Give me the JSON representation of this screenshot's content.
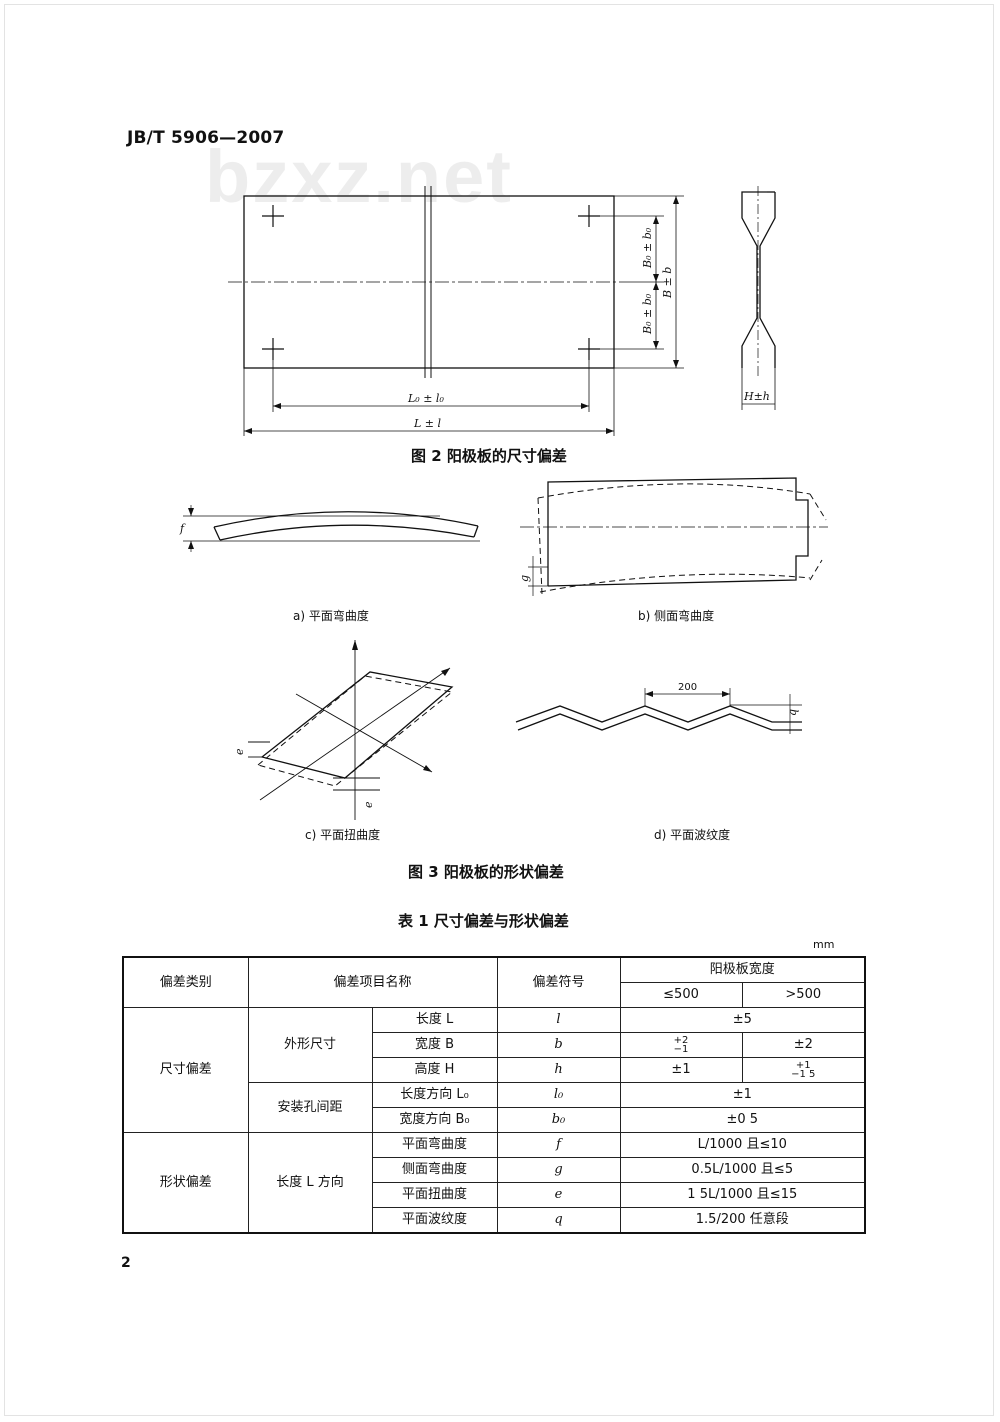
{
  "header": {
    "standard_number": "JB/T 5906—2007",
    "watermark": "bzxz.net"
  },
  "figure2": {
    "caption": "图 2   阳极板的尺寸偏差",
    "labels": {
      "b0_top": "B₀ ± b₀",
      "b0_bottom": "B₀ ± b₀",
      "b_total": "B ± b",
      "l0": "L₀ ± l₀",
      "l_total": "L ± l",
      "h": "H±h"
    }
  },
  "figure3": {
    "caption": "图 3   阳极板的形状偏差",
    "sub_a": "a) 平面弯曲度",
    "sub_b": "b) 侧面弯曲度",
    "sub_c": "c) 平面扭曲度",
    "sub_d": "d) 平面波纹度",
    "labels": {
      "f": "f",
      "g": "g",
      "e1": "e",
      "e2": "e",
      "q": "q",
      "span": "200"
    }
  },
  "table": {
    "title": "表 1   尺寸偏差与形状偏差",
    "unit": "mm",
    "headers": {
      "category": "偏差类别",
      "item": "偏差项目名称",
      "symbol": "偏差符号",
      "width": "阳极板宽度",
      "w_small": "≤500",
      "w_large": ">500"
    },
    "groups": {
      "dim": "尺寸偏差",
      "outer": "外形尺寸",
      "hole": "安装孔间距",
      "shape": "形状偏差",
      "length_dir": "长度 L 方向"
    },
    "rows": [
      {
        "name": "长度 L",
        "symbol": "l",
        "v1": "±5"
      },
      {
        "name": "宽度 B",
        "symbol": "b",
        "v1_top": "+2",
        "v1_bot": "−1",
        "v2": "±2"
      },
      {
        "name": "高度 H",
        "symbol": "h",
        "v1": "±1",
        "v2_top": "+1",
        "v2_bot": "−1 5"
      },
      {
        "name": "长度方向 L₀",
        "symbol": "l₀",
        "v1": "±1"
      },
      {
        "name": "宽度方向 B₀",
        "symbol": "b₀",
        "v1": "±0 5"
      },
      {
        "name": "平面弯曲度",
        "symbol": "f",
        "v1": "L/1000 且≤10"
      },
      {
        "name": "侧面弯曲度",
        "symbol": "g",
        "v1": "0.5L/1000 且≤5"
      },
      {
        "name": "平面扭曲度",
        "symbol": "e",
        "v1": "1 5L/1000 且≤15"
      },
      {
        "name": "平面波纹度",
        "symbol": "q",
        "v1": "1.5/200 任意段"
      }
    ]
  },
  "page_number": "2"
}
